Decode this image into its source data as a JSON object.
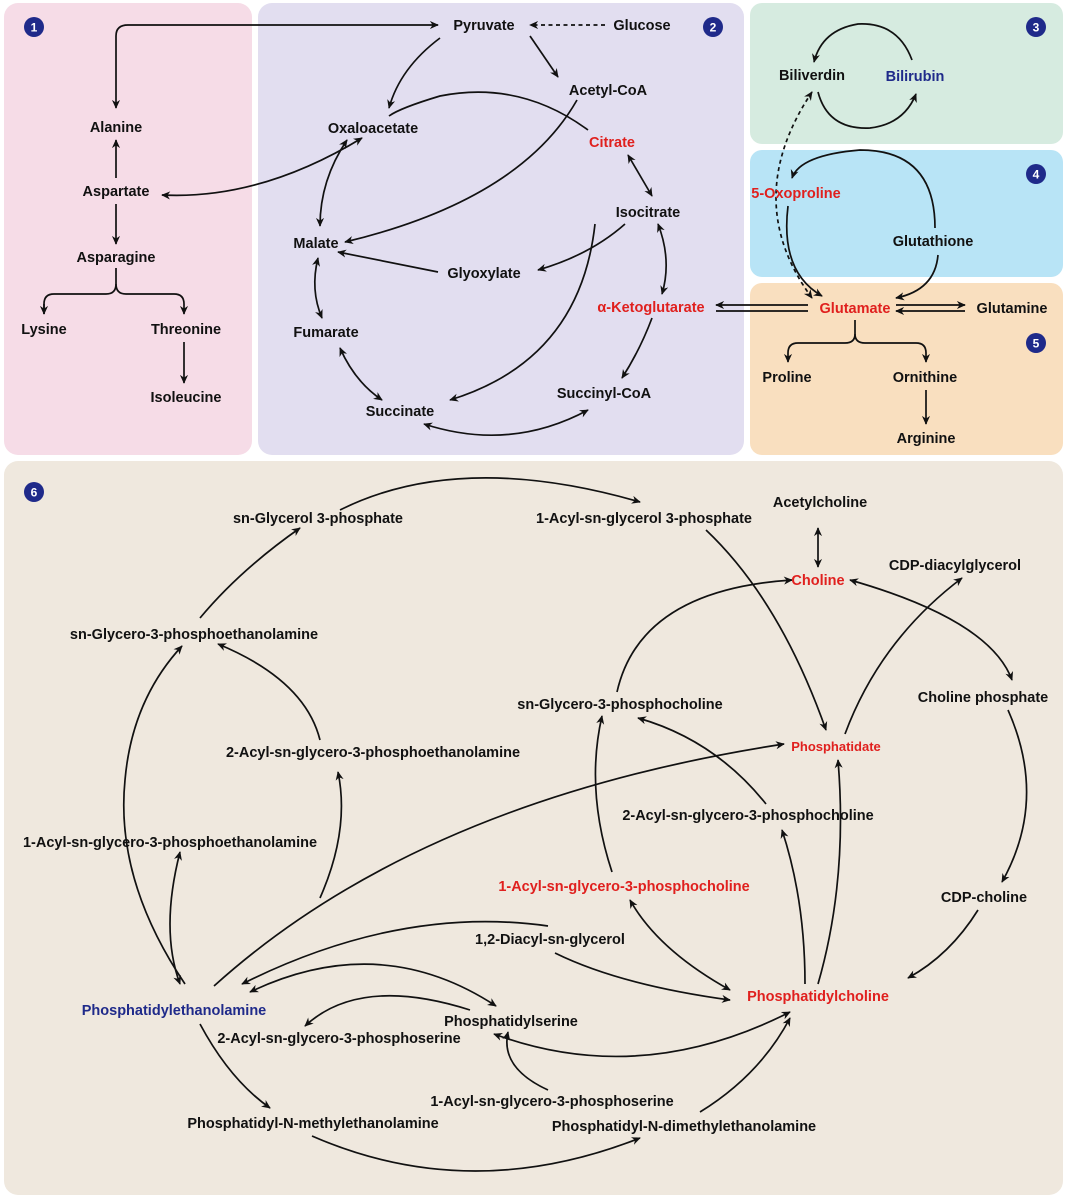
{
  "panels": [
    {
      "id": "1",
      "color": "#f6dce7"
    },
    {
      "id": "2",
      "color": "#e2def0"
    },
    {
      "id": "3",
      "color": "#d6ebe0"
    },
    {
      "id": "4",
      "color": "#b8e4f6"
    },
    {
      "id": "5",
      "color": "#f9dfbf"
    },
    {
      "id": "6",
      "color": "#efe8de"
    }
  ],
  "badge_color": "#1f2a8a",
  "text_colors": {
    "normal": "#111111",
    "highlight_red": "#e0201e",
    "highlight_blue": "#1f2a8a"
  },
  "metabolites": {
    "pyruvate": "Pyruvate",
    "glucose": "Glucose",
    "acetyl_coa": "Acetyl-CoA",
    "oxaloacetate": "Oxaloacetate",
    "citrate": "Citrate",
    "alanine": "Alanine",
    "aspartate": "Aspartate",
    "asparagine": "Asparagine",
    "lysine": "Lysine",
    "threonine": "Threonine",
    "isoleucine": "Isoleucine",
    "isocitrate": "Isocitrate",
    "malate": "Malate",
    "glyoxylate": "Glyoxylate",
    "fumarate": "Fumarate",
    "alpha_ketoglutarate": "α-Ketoglutarate",
    "succinyl_coa": "Succinyl-CoA",
    "succinate": "Succinate",
    "biliverdin": "Biliverdin",
    "bilirubin": "Bilirubin",
    "oxoproline": "5-Oxoproline",
    "glutathione": "Glutathione",
    "glutamate": "Glutamate",
    "glutamine": "Glutamine",
    "proline": "Proline",
    "ornithine": "Ornithine",
    "arginine": "Arginine",
    "sn_glycerol_3p": "sn-Glycerol 3-phosphate",
    "acyl_glycerol_3p": "1-Acyl-sn-glycerol 3-phosphate",
    "acetylcholine": "Acetylcholine",
    "choline": "Choline",
    "cdp_diacylglycerol": "CDP-diacylglycerol",
    "glycero_pe": "sn-Glycero-3-phosphoethanolamine",
    "choline_phosphate": "Choline phosphate",
    "glycero_pc": "sn-Glycero-3-phosphocholine",
    "acyl2_pe": "2-Acyl-sn-glycero-3-phosphoethanolamine",
    "phosphatidate": "Phosphatidate",
    "acyl2_pc": "2-Acyl-sn-glycero-3-phosphocholine",
    "acyl1_pe": "1-Acyl-sn-glycero-3-phosphoethanolamine",
    "cdp_choline": "CDP-choline",
    "acyl1_pc": "1-Acyl-sn-glycero-3-phosphocholine",
    "diacylglycerol": "1,2-Diacyl-sn-glycerol",
    "phosphatidylethanolamine": "Phosphatidylethanolamine",
    "phosphatidylcholine": "Phosphatidylcholine",
    "phosphatidylserine": "Phosphatidylserine",
    "acyl2_ps": "2-Acyl-sn-glycero-3-phosphoserine",
    "acyl1_ps": "1-Acyl-sn-glycero-3-phosphoserine",
    "pnme": "Phosphatidyl-N-methylethanolamine",
    "pndme": "Phosphatidyl-N-dimethylethanolamine"
  }
}
